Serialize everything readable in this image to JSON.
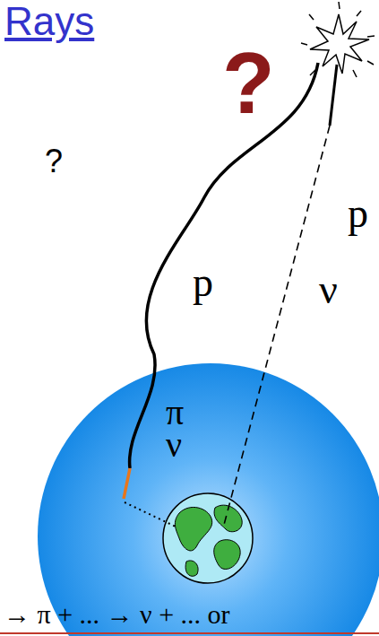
{
  "diagram": {
    "title": "Rays",
    "labels": [
      "?",
      "?",
      "p",
      "p",
      "ν",
      "π",
      "ν",
      "→ π + ... → ν + ... or"
    ]
  }
}
